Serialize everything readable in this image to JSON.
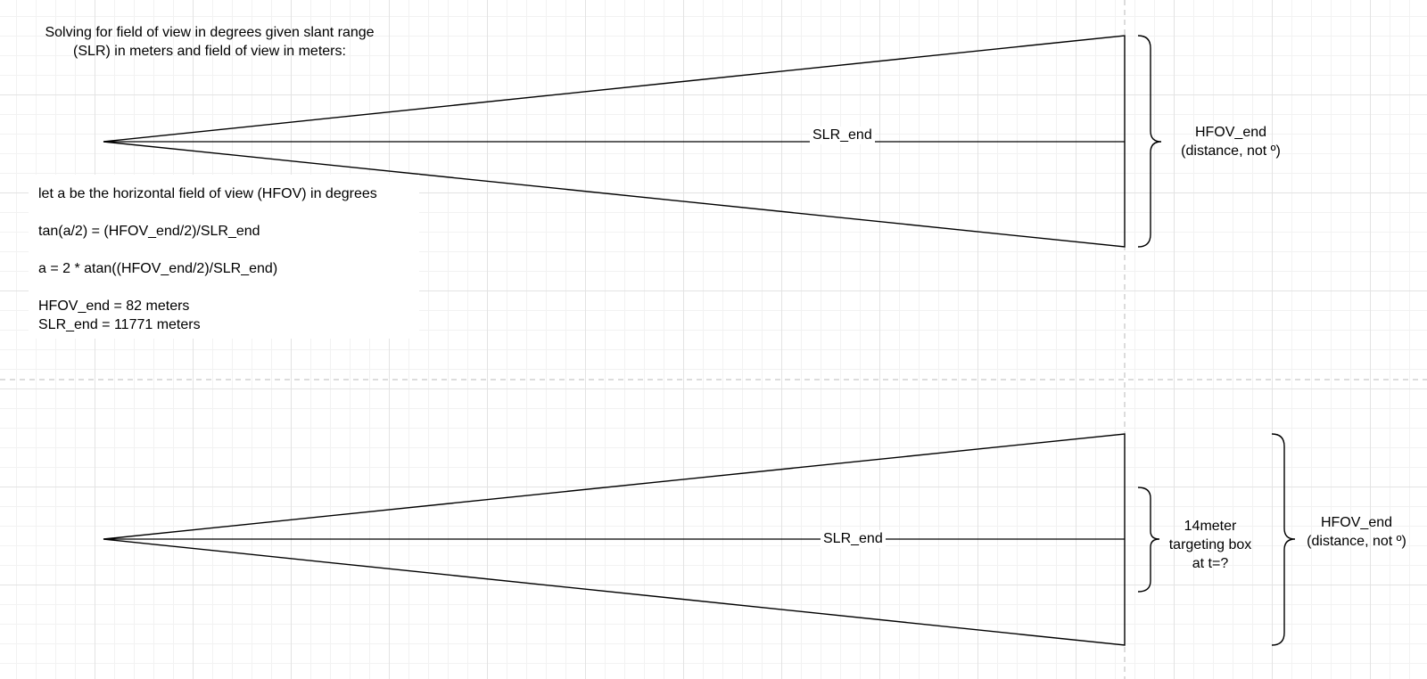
{
  "title": {
    "line1": "Solving for field of view in degrees given slant range",
    "line2": "(SLR) in meters and field of view in meters:"
  },
  "work": {
    "line1": "let a be the horizontal field of view (HFOV) in degrees",
    "line2": "tan(a/2) = (HFOV_end/2)/SLR_end",
    "line3": "a = 2 * atan((HFOV_end/2)/SLR_end)",
    "line4": "HFOV_end = 82 meters",
    "line5": "SLR_end = 11771 meters"
  },
  "top_diagram": {
    "slr_label": "SLR_end",
    "hfov_label_line1": "HFOV_end",
    "hfov_label_line2": "(distance, not º)"
  },
  "bottom_diagram": {
    "slr_label": "SLR_end",
    "box_label_line1": "14meter",
    "box_label_line2": "targeting box",
    "box_label_line3": "at t=?",
    "hfov_label_line1": "HFOV_end",
    "hfov_label_line2": "(distance, not º)"
  }
}
